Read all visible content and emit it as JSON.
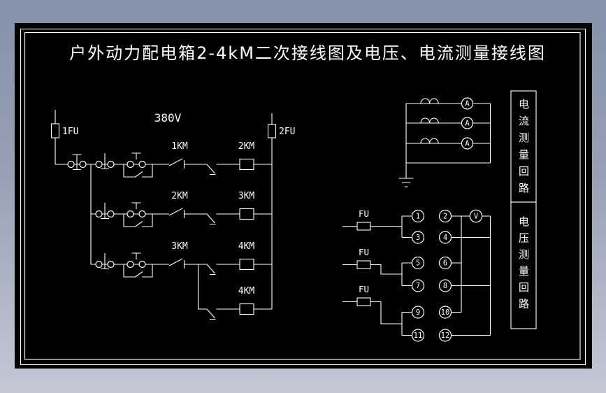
{
  "title": "户外动力配电箱2-4kM二次接线图及电压、电流测量接线图",
  "colors": {
    "background_top": "#8391a9",
    "background_bottom": "#c3c8d4",
    "canvas": "#000000",
    "line": "#ffffff"
  },
  "ladder": {
    "voltage_label": "380V",
    "left_fuse_label": "1FU",
    "right_fuse_label": "2FU",
    "rungs": [
      {
        "contact_label": "1KM",
        "coil_label": "2KM"
      },
      {
        "contact_label": "2KM",
        "coil_label": "3KM"
      },
      {
        "contact_label": "3KM",
        "coil_label": "4KM"
      }
    ],
    "branch_coil_label": "4KM"
  },
  "current_circuit": {
    "panel_label": "电流测量回路",
    "ammeters": [
      "A",
      "A",
      "A"
    ]
  },
  "voltage_circuit": {
    "panel_label": "电压测量回路",
    "fuses": [
      "FU",
      "FU",
      "FU"
    ],
    "voltmeter_label": "V",
    "terminals": [
      "1",
      "2",
      "3",
      "4",
      "5",
      "6",
      "7",
      "8",
      "9",
      "10",
      "11",
      "12"
    ]
  }
}
